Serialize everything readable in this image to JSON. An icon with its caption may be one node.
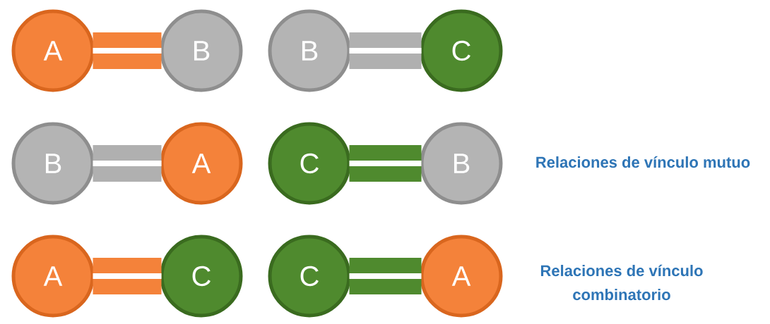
{
  "diagram": {
    "nodes": [
      {
        "text": [
          "A"
        ]
      },
      {
        "text": [
          "B"
        ]
      },
      {
        "text": [
          "B"
        ]
      },
      {
        "text": [
          "C"
        ]
      },
      {
        "text": [
          "B"
        ]
      },
      {
        "text": [
          "A"
        ]
      },
      {
        "text": [
          "C"
        ]
      },
      {
        "text": [
          "B"
        ]
      },
      {
        "text": [
          "A"
        ]
      },
      {
        "text": [
          "C"
        ]
      },
      {
        "text": [
          "C"
        ]
      },
      {
        "text": [
          "A"
        ]
      }
    ],
    "edges": [
      {
        "from": 0,
        "to": 1,
        "arrow": "none",
        "color": "#f4823a"
      },
      {
        "from": 2,
        "to": 3,
        "arrow": "none",
        "color": "#b0b0b0"
      },
      {
        "from": 4,
        "to": 5,
        "arrow": "none",
        "color": "#b0b0b0"
      },
      {
        "from": 6,
        "to": 7,
        "arrow": "none",
        "color": "#4f8a2e"
      },
      {
        "from": 8,
        "to": 9,
        "arrow": "none",
        "color": "#f4823a"
      },
      {
        "from": 10,
        "to": 11,
        "arrow": "none",
        "color": "#4f8a2e"
      }
    ],
    "labels": [
      "Relaciones de vínculo mutuo",
      "Relaciones de vínculo combinatorio"
    ]
  }
}
